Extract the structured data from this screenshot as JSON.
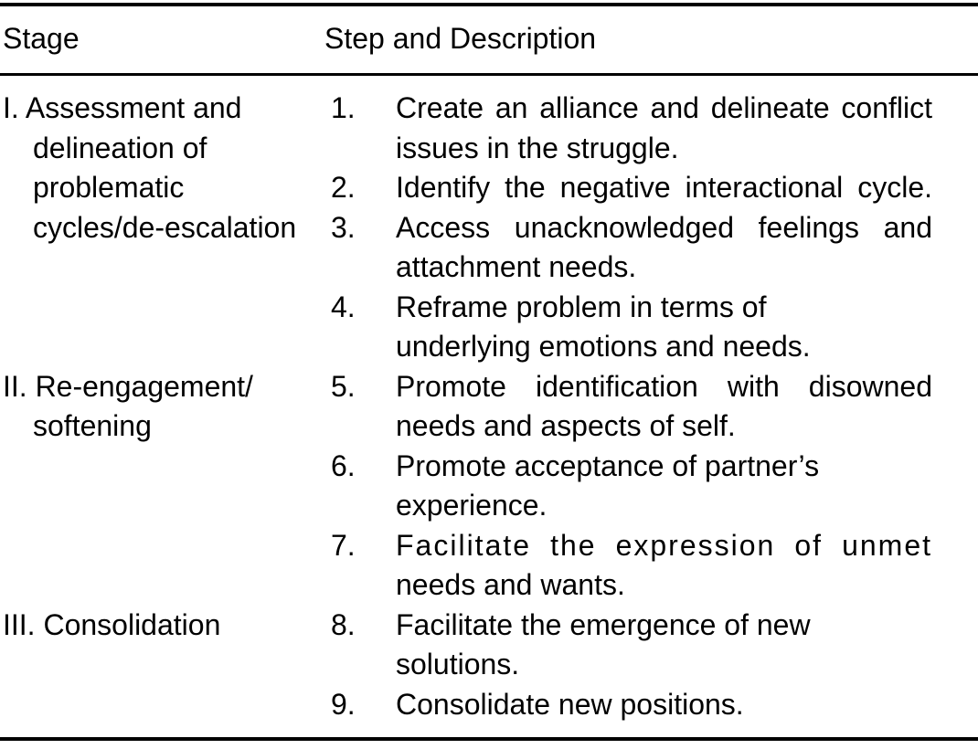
{
  "header": {
    "stage": "Stage",
    "step": "Step and Description"
  },
  "stages": [
    {
      "label_lines": [
        "I. Assessment and",
        "delineation of",
        "problematic",
        "cycles/de-escalation"
      ],
      "steps": [
        {
          "num": "1.",
          "lines": [
            "Create an alliance and delineate conflict",
            "issues in the struggle."
          ]
        },
        {
          "num": "2.",
          "lines": [
            "Identify the negative interactional cycle."
          ]
        },
        {
          "num": "3.",
          "lines": [
            "Access unacknowledged feelings and",
            "attachment needs."
          ]
        },
        {
          "num": "4.",
          "lines": [
            "Reframe problem in terms of",
            "underlying emotions and needs."
          ]
        }
      ]
    },
    {
      "label_lines": [
        "II. Re-engagement/",
        "softening"
      ],
      "steps": [
        {
          "num": "5.",
          "lines": [
            "Promote identification with disowned",
            "needs and aspects of self."
          ]
        },
        {
          "num": "6.",
          "lines": [
            "Promote acceptance of partner’s",
            "experience."
          ]
        },
        {
          "num": "7.",
          "lines": [
            "Facilitate the expression of unmet",
            "needs and wants."
          ]
        }
      ]
    },
    {
      "label_lines": [
        "III. Consolidation"
      ],
      "steps": [
        {
          "num": "8.",
          "lines": [
            "Facilitate the emergence of new",
            "solutions."
          ]
        },
        {
          "num": "9.",
          "lines": [
            "Consolidate new positions."
          ]
        }
      ]
    }
  ],
  "colors": {
    "text": "#000000",
    "background": "#ffffff",
    "rule": "#000000"
  }
}
